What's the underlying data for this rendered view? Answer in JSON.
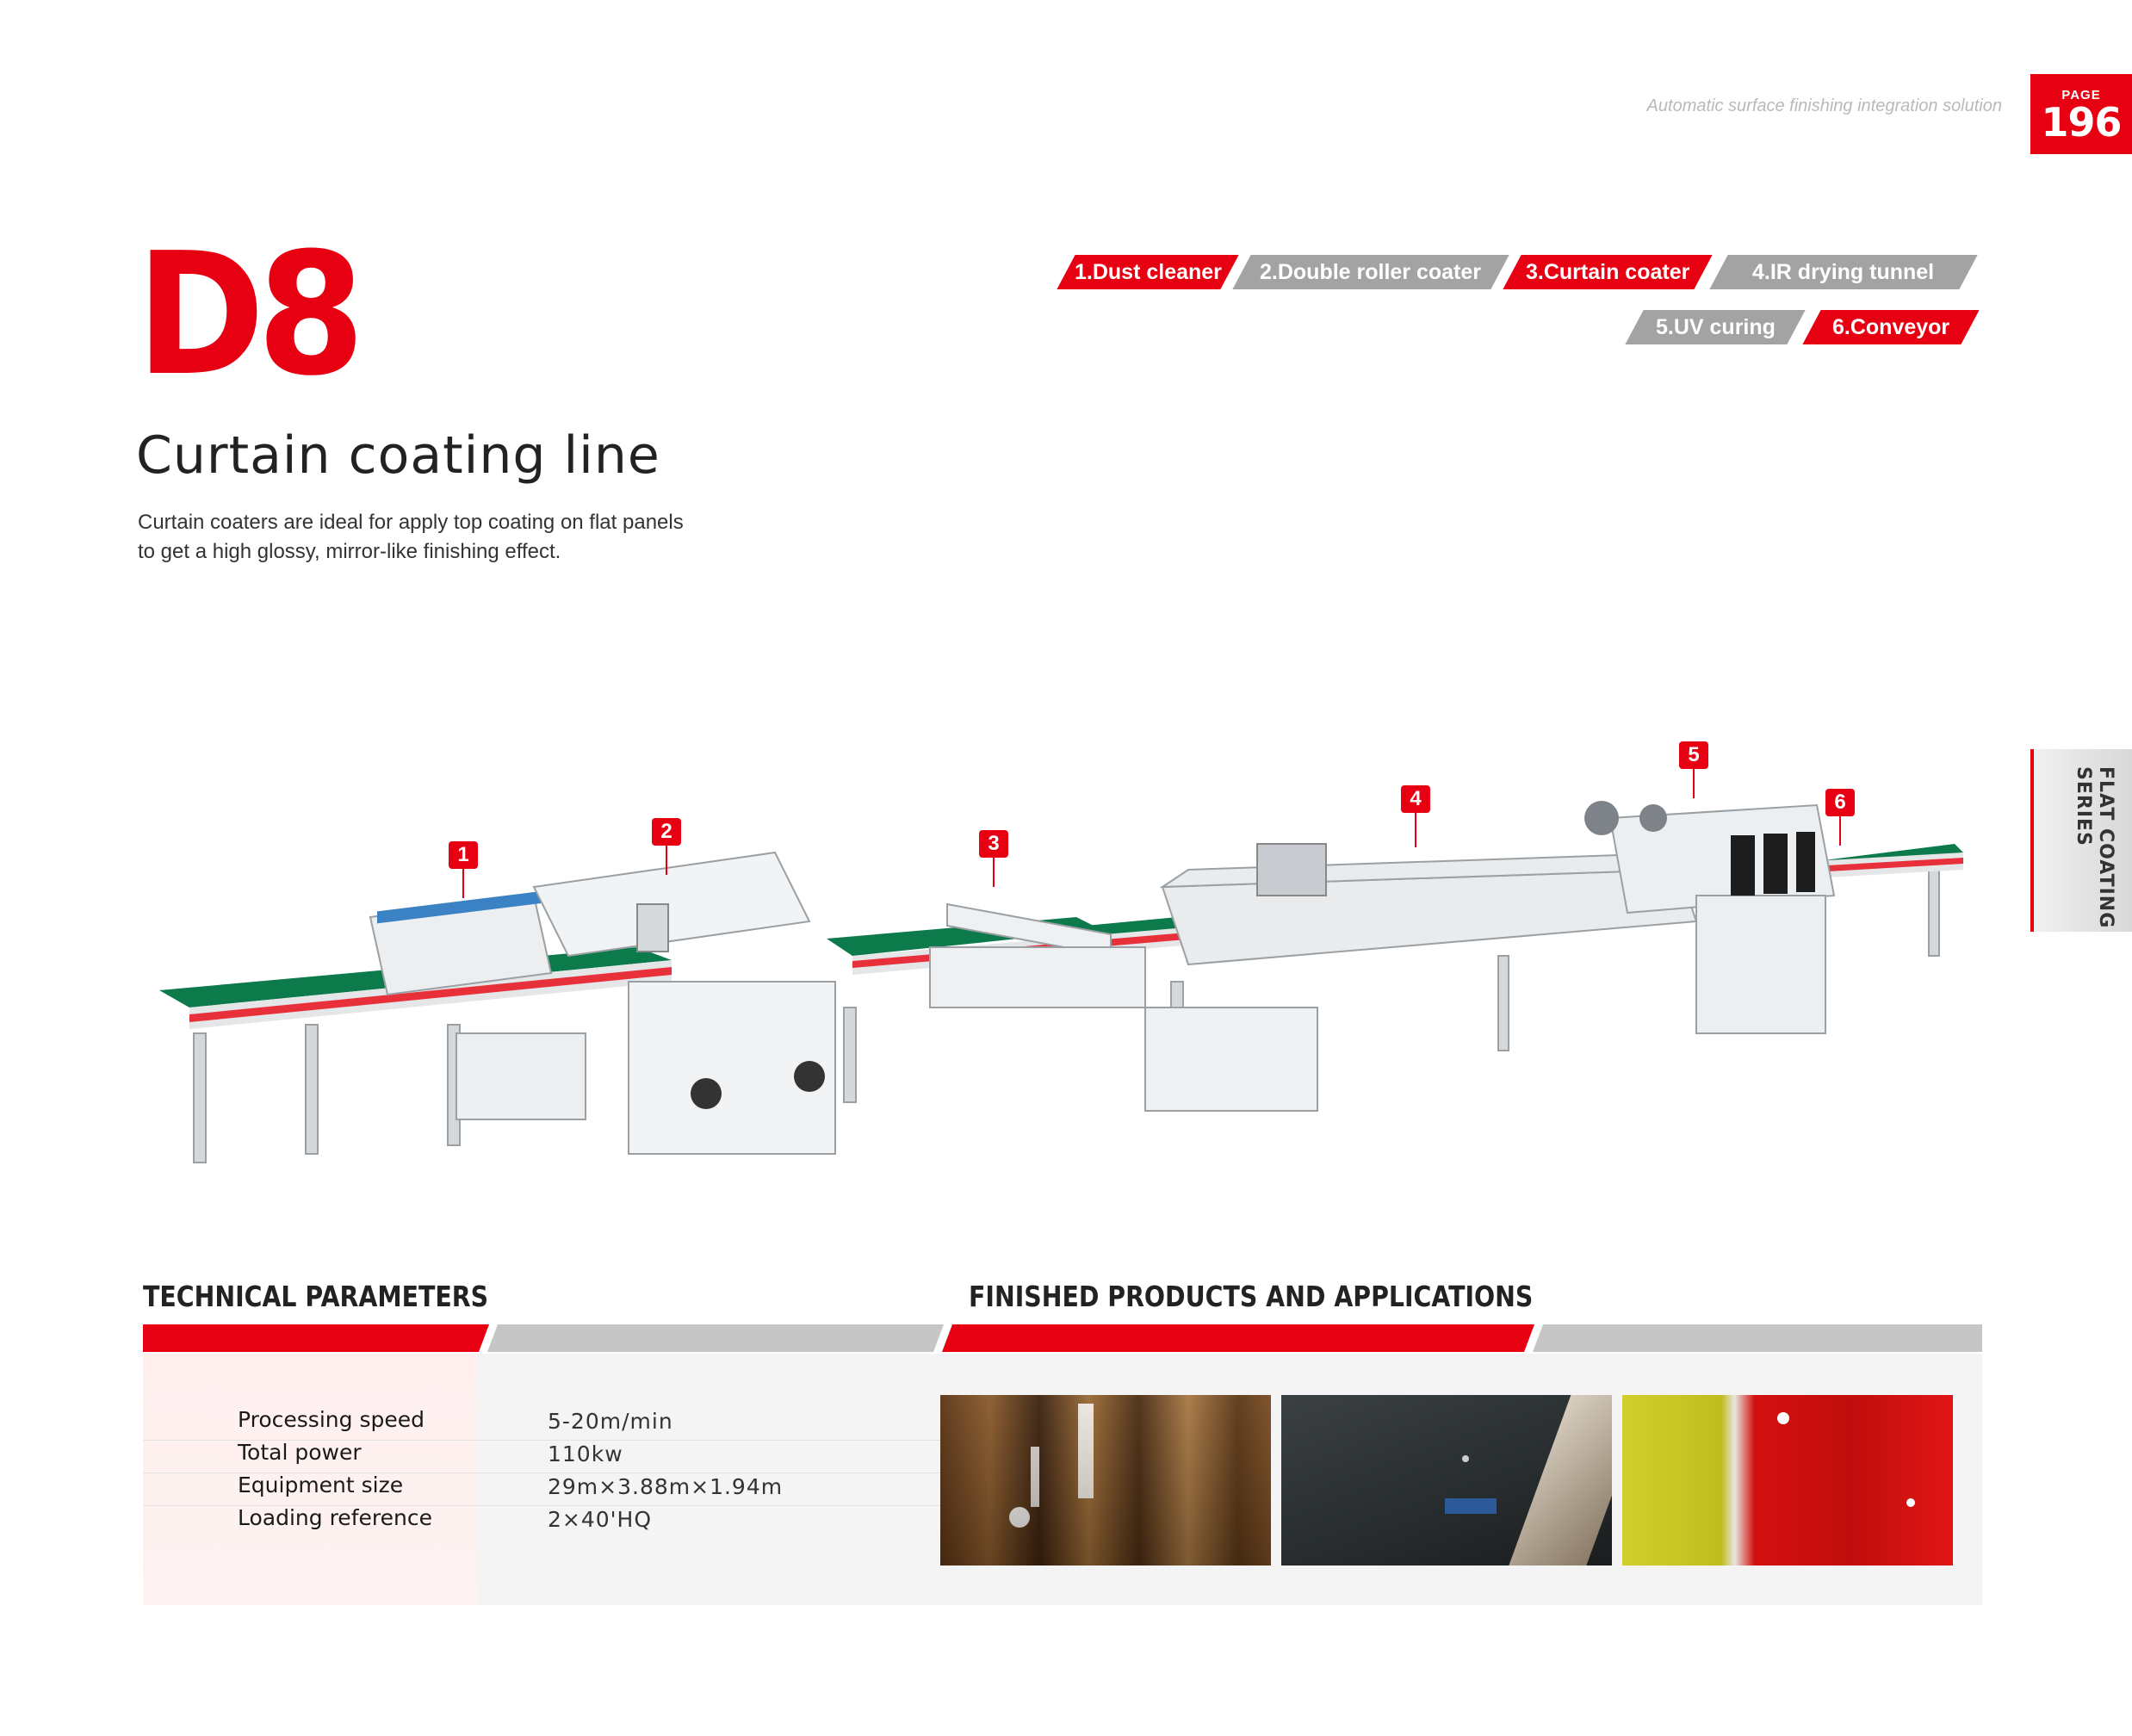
{
  "header": {
    "tagline": "Automatic surface finishing integration solution",
    "page_label": "PAGE",
    "page_number": "196",
    "side_tab": "FLAT COATING SERIES"
  },
  "product": {
    "model": "D8",
    "title": "Curtain coating line",
    "description": "Curtain coaters are ideal for apply top coating on flat panels to get a high glossy, mirror-like finishing effect."
  },
  "steps": [
    {
      "label": "1.Dust cleaner",
      "color": "#e60012"
    },
    {
      "label": "2.Double roller coater",
      "color": "#a3a3a3"
    },
    {
      "label": "3.Curtain coater",
      "color": "#e60012"
    },
    {
      "label": "4.IR drying tunnel",
      "color": "#a3a3a3"
    },
    {
      "label": "5.UV curing",
      "color": "#a3a3a3"
    },
    {
      "label": "6.Conveyor",
      "color": "#e60012"
    }
  ],
  "machine_markers": [
    "1",
    "2",
    "3",
    "4",
    "5",
    "6"
  ],
  "technical": {
    "heading": "TECHNICAL PARAMETERS",
    "params": [
      {
        "label": "Processing speed",
        "value": "5-20m/min"
      },
      {
        "label": "Total power",
        "value": "110kw"
      },
      {
        "label": "Equipment size",
        "value": "29m×3.88m×1.94m"
      },
      {
        "label": "Loading reference",
        "value": "2×40'HQ"
      }
    ]
  },
  "applications": {
    "heading": "FINISHED PRODUCTS AND APPLICATIONS",
    "photos": [
      "wood-grain-gloss-panel",
      "dark-gloss-panel",
      "yellow-red-gloss-panels"
    ]
  },
  "colors": {
    "accent": "#e60012",
    "gray": "#a3a3a3",
    "belt": "#127a4d"
  }
}
